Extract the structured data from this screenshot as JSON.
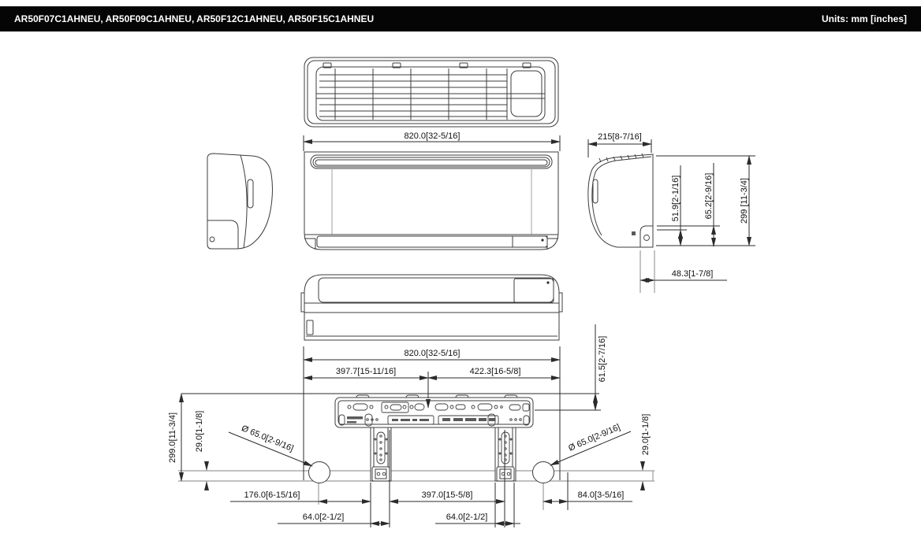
{
  "header": {
    "models": "AR50F07C1AHNEU, AR50F09C1AHNEU, AR50F12C1AHNEU, AR50F15C1AHNEU",
    "units_label": "Units: mm [inches]"
  },
  "colors": {
    "header_bg": "#050505",
    "header_text": "#ffffff",
    "line_color": "#3c3c3c",
    "extension_gray": "#9c9c9c"
  },
  "dims": {
    "width_top": "820.0[32-5/16]",
    "depth": "215[8-7/16]",
    "vane_height": "51.9[2-1/16]",
    "panel_height": "65.2[2-9/16]",
    "unit_height_side": "299 [11-3/4]",
    "back_depth": "48.3[1-7/8]",
    "plate_top_offset": "61.5[2-7/16]",
    "width_install": "820.0[32-5/16]",
    "plate_left_span": "397.7[15-11/16]",
    "plate_right_span": "422.3[16-5/8]",
    "unit_height_install": "299.0[11-3/4]",
    "pipe_rise_left": "29.0[1-1/8]",
    "pipe_hole_left": "Ø 65.0[2-9/16]",
    "pipe_hole_right": "Ø 65.0[2-9/16]",
    "pipe_rise_right": "29.0[1-1/8]",
    "pipe_offset_left": "176.0[6-15/16]",
    "strap_width_left": "64.0[2-1/2]",
    "strap_span": "397.0[15-5/8]",
    "strap_width_right": "64.0[2-1/2]",
    "pipe_offset_right": "84.0[3-5/16]"
  }
}
